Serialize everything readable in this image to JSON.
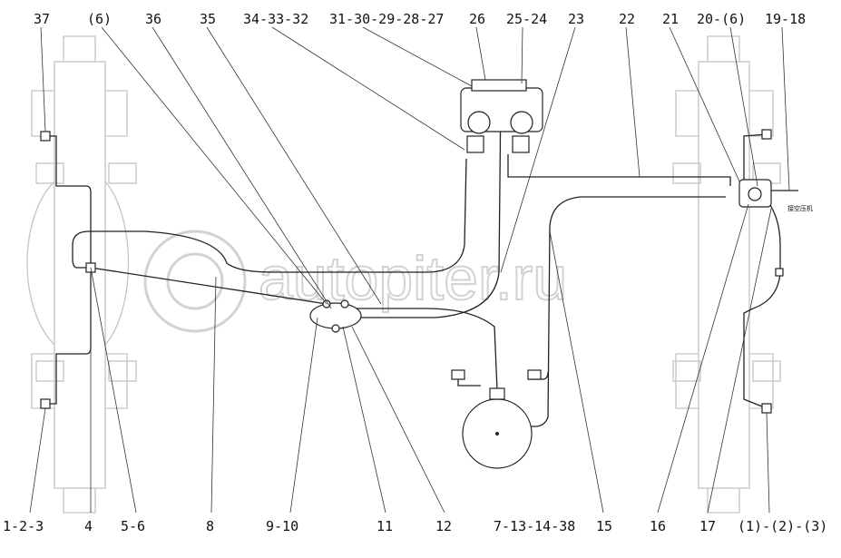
{
  "labels": {
    "top": [
      "37",
      "(6)",
      "36",
      "35",
      "34-33-32",
      "31-30-29-28-27",
      "26",
      "25-24",
      "23",
      "22",
      "21",
      "20-(6)",
      "19-18"
    ],
    "bottom": [
      "1-2-3",
      "4",
      "5-6",
      "8",
      "9-10",
      "11",
      "12",
      "7-13-14-38",
      "15",
      "16",
      "17",
      "(1)-(2)-(3)"
    ]
  },
  "annotation": "接空压机",
  "watermark": {
    "text": "autopiter.ru",
    "color": "#d2d2d2"
  },
  "colors": {
    "line": "#222222",
    "background": "#ffffff"
  }
}
